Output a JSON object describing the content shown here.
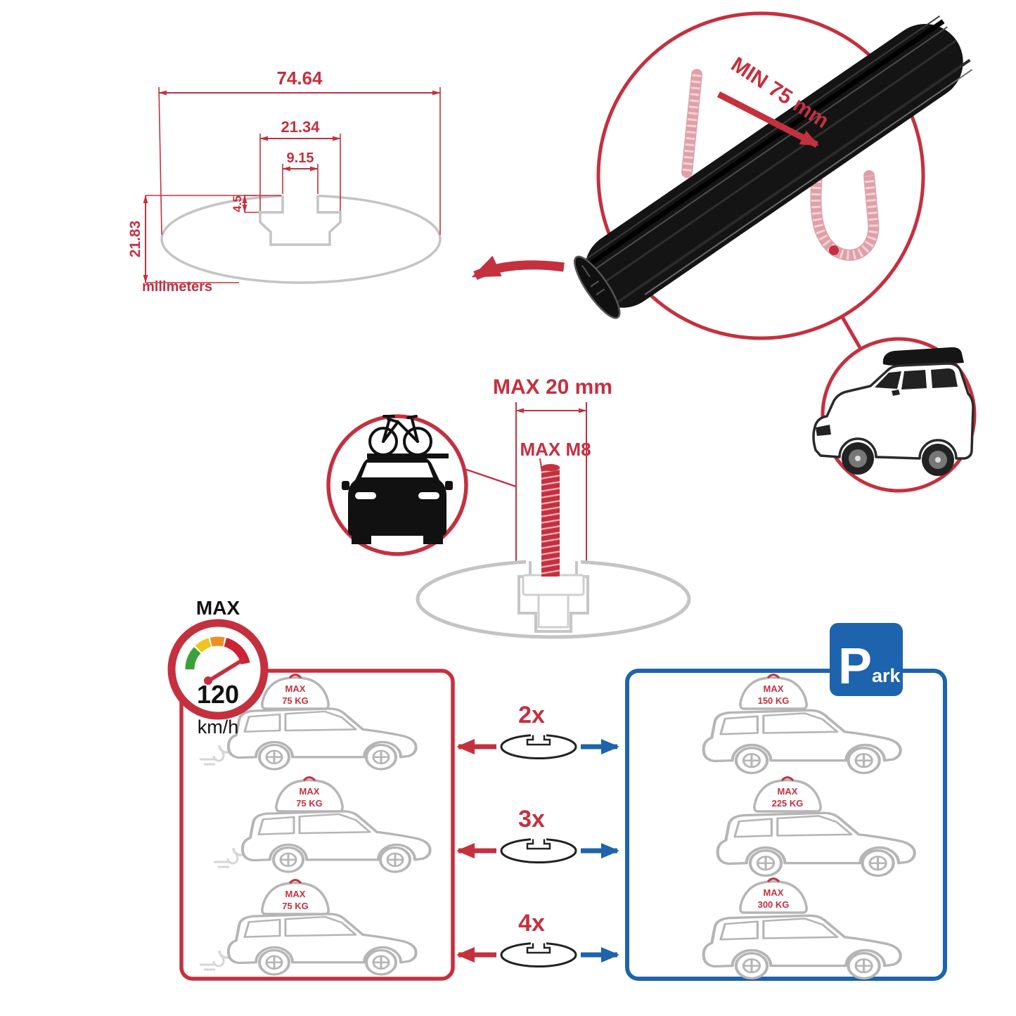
{
  "colors": {
    "red": "#c5303f",
    "blue": "#1e63ad",
    "gray": "#c4c4c4",
    "black": "#111111"
  },
  "profile_dimensions": {
    "total_width": "74.64",
    "channel_width": "21.34",
    "slot_width": "9.15",
    "slot_depth": "4.5",
    "total_height": "21.83",
    "units": "milimeters"
  },
  "clamp_detail": {
    "min_clearance": "MIN 75 mm"
  },
  "bolt_detail": {
    "max_length": "MAX 20 mm",
    "max_thread": "MAX M8"
  },
  "speed_limit": {
    "label": "MAX",
    "value": "120",
    "units": "km/h"
  },
  "driving_panel": {
    "cars": [
      {
        "line1": "MAX",
        "line2": "75 KG"
      },
      {
        "line1": "MAX",
        "line2": "75 KG"
      },
      {
        "line1": "MAX",
        "line2": "75 KG"
      }
    ]
  },
  "bar_options": [
    {
      "qty": "2x"
    },
    {
      "qty": "3x"
    },
    {
      "qty": "4x"
    }
  ],
  "parking_panel": {
    "sign_main": "P",
    "sign_rest": "ark",
    "cars": [
      {
        "line1": "MAX",
        "line2": "150 KG"
      },
      {
        "line1": "MAX",
        "line2": "225 KG"
      },
      {
        "line1": "MAX",
        "line2": "300 KG"
      }
    ]
  }
}
